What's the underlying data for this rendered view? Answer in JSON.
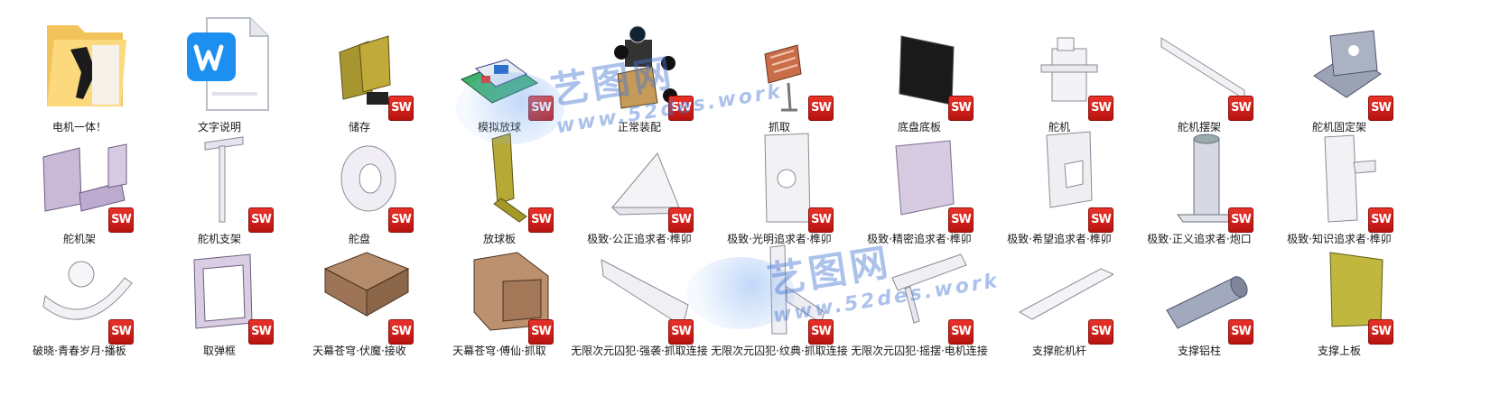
{
  "sw_badge": "SW",
  "watermark": {
    "logo": "艺图网",
    "url": "www.52des.work"
  },
  "files": [
    {
      "name": "电机一体！",
      "icon": "folder-icon"
    },
    {
      "name": "文字说明",
      "icon": "wps-document-icon"
    },
    {
      "name": "储存",
      "icon": "solidworks-file-icon"
    },
    {
      "name": "模拟放球",
      "icon": "solidworks-file-icon"
    },
    {
      "name": "正常装配",
      "icon": "solidworks-file-icon"
    },
    {
      "name": "抓取",
      "icon": "solidworks-file-icon"
    },
    {
      "name": "底盘底板",
      "icon": "solidworks-file-icon"
    },
    {
      "name": "舵机",
      "icon": "solidworks-file-icon"
    },
    {
      "name": "舵机摆架",
      "icon": "solidworks-file-icon"
    },
    {
      "name": "舵机固定架",
      "icon": "solidworks-file-icon"
    },
    {
      "name": "舵机架",
      "icon": "solidworks-file-icon"
    },
    {
      "name": "舵机支架",
      "icon": "solidworks-file-icon"
    },
    {
      "name": "舵盘",
      "icon": "solidworks-file-icon"
    },
    {
      "name": "放球板",
      "icon": "solidworks-file-icon"
    },
    {
      "name": "极致·公正追求者·榫卯",
      "icon": "solidworks-file-icon"
    },
    {
      "name": "极致·光明追求者·榫卯",
      "icon": "solidworks-file-icon"
    },
    {
      "name": "极致·精密追求者·榫卯",
      "icon": "solidworks-file-icon"
    },
    {
      "name": "极致·希望追求者·榫卯",
      "icon": "solidworks-file-icon"
    },
    {
      "name": "极致·正义追求者·炮口",
      "icon": "solidworks-file-icon"
    },
    {
      "name": "极致·知识追求者·榫卯",
      "icon": "solidworks-file-icon"
    },
    {
      "name": "破晓·青春岁月·播板",
      "icon": "solidworks-file-icon"
    },
    {
      "name": "取弹框",
      "icon": "solidworks-file-icon"
    },
    {
      "name": "天幕苍穹·伏魔·接收",
      "icon": "solidworks-file-icon"
    },
    {
      "name": "天幕苍穹·傅仙·抓取",
      "icon": "solidworks-file-icon"
    },
    {
      "name": "无限次元囚犯·强袭·抓取连接",
      "icon": "solidworks-file-icon"
    },
    {
      "name": "无限次元囚犯·纹典·抓取连接",
      "icon": "solidworks-file-icon"
    },
    {
      "name": "无限次元囚犯·摇摆·电机连接",
      "icon": "solidworks-file-icon"
    },
    {
      "name": "支撑舵机杆",
      "icon": "solidworks-file-icon"
    },
    {
      "name": "支撑铝柱",
      "icon": "solidworks-file-icon"
    },
    {
      "name": "支撑上板",
      "icon": "solidworks-file-icon"
    }
  ]
}
